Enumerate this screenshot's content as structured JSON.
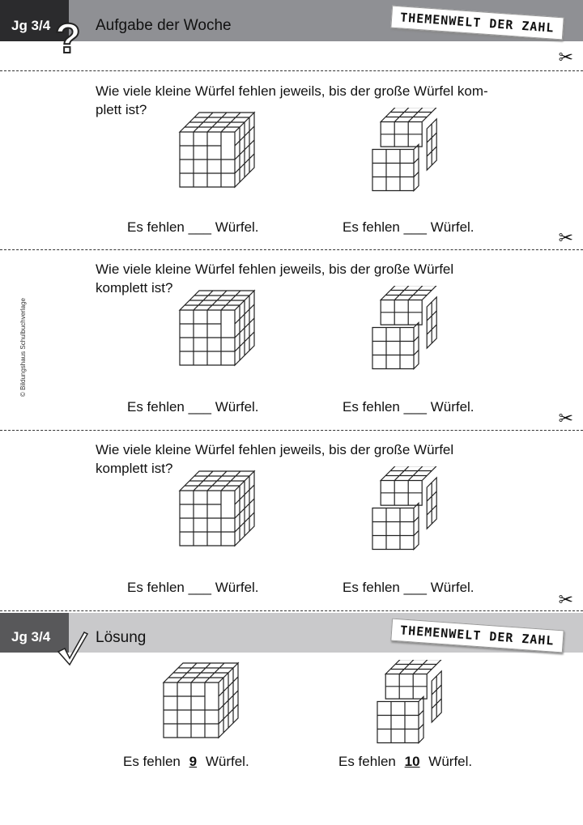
{
  "header": {
    "grade": "Jg 3/4",
    "title": "Aufgabe der Woche",
    "brand": "THEMENWELT DER ZAHL",
    "icon": "question-mark-icon"
  },
  "copyright": "© Bildungshaus Schulbuchverlage",
  "tasks": [
    {
      "question": "Wie viele kleine Würfel fehlen jeweils, bis der große Würfel kom-\nplett ist?",
      "left": "Es fehlen ___ Würfel.",
      "right": "Es fehlen ___ Würfel."
    },
    {
      "question": "Wie viele kleine Würfel fehlen jeweils, bis der große Würfel\nkomplett ist?",
      "left": "Es fehlen ___ Würfel.",
      "right": "Es fehlen ___ Würfel."
    },
    {
      "question": "Wie viele kleine Würfel fehlen jeweils, bis der große Würfel\nkomplett ist?",
      "left": "Es fehlen ___ Würfel.",
      "right": "Es fehlen ___ Würfel."
    }
  ],
  "solution": {
    "grade": "Jg 3/4",
    "title": "Lösung",
    "brand": "THEMENWELT DER ZAHL",
    "icon": "checkmark-icon",
    "prefix": "Es fehlen",
    "suffix": "Würfel.",
    "answers": [
      "9",
      "10"
    ]
  }
}
